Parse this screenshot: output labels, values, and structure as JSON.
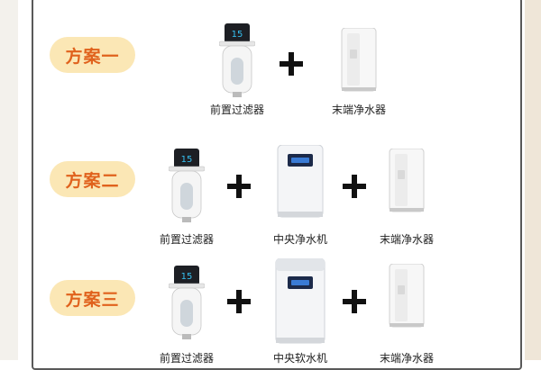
{
  "plans": [
    {
      "name": "方案一",
      "products": [
        {
          "label": "前置过滤器",
          "icon": "prefilter-icon"
        },
        {
          "label": "末端净水器",
          "icon": "end-purifier-icon"
        }
      ]
    },
    {
      "name": "方案二",
      "products": [
        {
          "label": "前置过滤器",
          "icon": "prefilter-icon"
        },
        {
          "label": "中央净水机",
          "icon": "central-purifier-icon"
        },
        {
          "label": "末端净水器",
          "icon": "end-purifier-icon"
        }
      ]
    },
    {
      "name": "方案三",
      "products": [
        {
          "label": "前置过滤器",
          "icon": "prefilter-icon"
        },
        {
          "label": "中央软水机",
          "icon": "central-softener-icon"
        },
        {
          "label": "末端净水器",
          "icon": "end-purifier-icon"
        }
      ]
    }
  ],
  "colors": {
    "pill_bg": "#fbe7b5",
    "pill_text": "#e0621d",
    "border": "#595959"
  }
}
